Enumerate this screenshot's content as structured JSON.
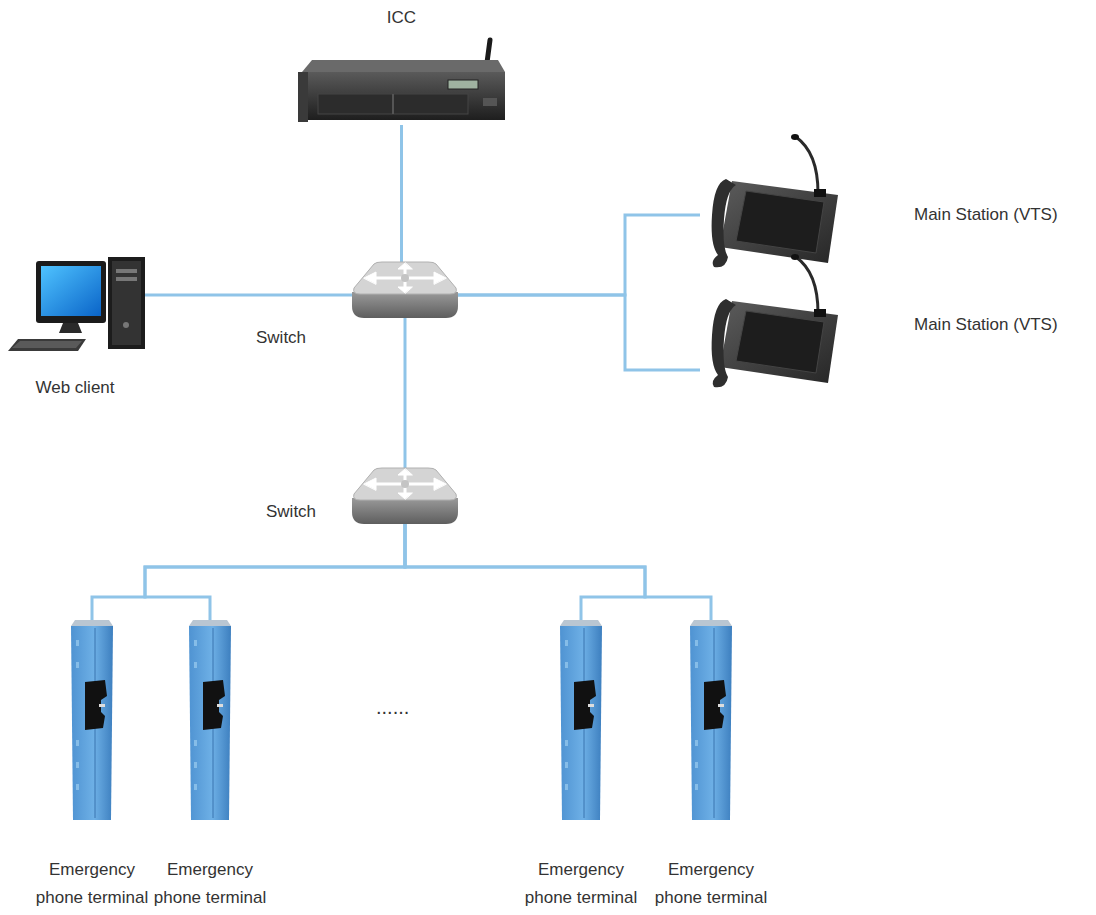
{
  "diagram": {
    "nodes": [
      {
        "text": [
          "ICC"
        ]
      },
      {
        "text": [
          "Switch"
        ]
      },
      {
        "text": [
          "Web client"
        ]
      },
      {
        "text": [
          "Main Station (VTS)"
        ]
      },
      {
        "text": [
          "Main Station (VTS)"
        ]
      },
      {
        "text": [
          "Switch"
        ]
      },
      {
        "text": [
          "Emergency phone terminal"
        ]
      },
      {
        "text": [
          "Emergency phone terminal"
        ]
      },
      {
        "text": [
          "Emergency phone terminal"
        ]
      },
      {
        "text": [
          "Emergency phone terminal"
        ]
      }
    ],
    "edges": [
      {
        "from": 0,
        "to": 1,
        "arrow": "none"
      },
      {
        "from": 2,
        "to": 1,
        "arrow": "none"
      },
      {
        "from": 1,
        "to": 3,
        "arrow": "none"
      },
      {
        "from": 1,
        "to": 4,
        "arrow": "none"
      },
      {
        "from": 1,
        "to": 5,
        "arrow": "none"
      },
      {
        "from": 5,
        "to": 6,
        "arrow": "none"
      },
      {
        "from": 5,
        "to": 7,
        "arrow": "none"
      },
      {
        "from": 5,
        "to": 8,
        "arrow": "none"
      },
      {
        "from": 5,
        "to": 9,
        "arrow": "none"
      }
    ],
    "labels": [
      "......"
    ]
  }
}
